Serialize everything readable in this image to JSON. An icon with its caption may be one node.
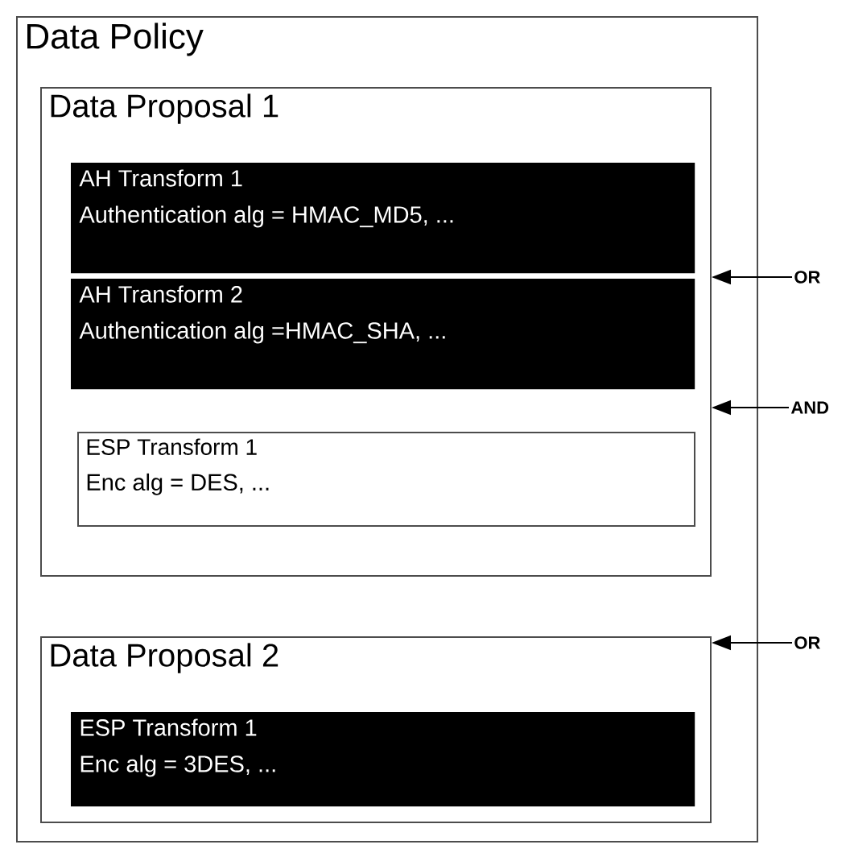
{
  "diagram": {
    "nodes": [
      {
        "text": [
          "Data Policy"
        ]
      },
      {
        "text": [
          "Data Proposal 1"
        ],
        "in": 0
      },
      {
        "text": [
          "AH Transform 1",
          "Authentication alg = HMAC_MD5, ..."
        ],
        "in": 1
      },
      {
        "text": [
          "AH Transform 2",
          "Authentication alg =HMAC_SHA, ..."
        ],
        "in": 1
      },
      {
        "text": [
          "ESP Transform 1",
          "Enc alg = DES, ..."
        ],
        "in": 1
      },
      {
        "text": [
          "Data Proposal 2"
        ],
        "in": 0
      },
      {
        "text": [
          "ESP Transform 1",
          "Enc alg = 3DES, ..."
        ],
        "in": 5
      },
      {
        "text": [
          "OR"
        ]
      },
      {
        "text": [
          "AND"
        ]
      },
      {
        "text": [
          "OR"
        ]
      }
    ],
    "edges": [
      {
        "from": 7,
        "to": 1,
        "arrow": "to"
      },
      {
        "from": 8,
        "to": 1,
        "arrow": "to"
      },
      {
        "from": 9,
        "to": 5,
        "arrow": "to"
      }
    ]
  }
}
